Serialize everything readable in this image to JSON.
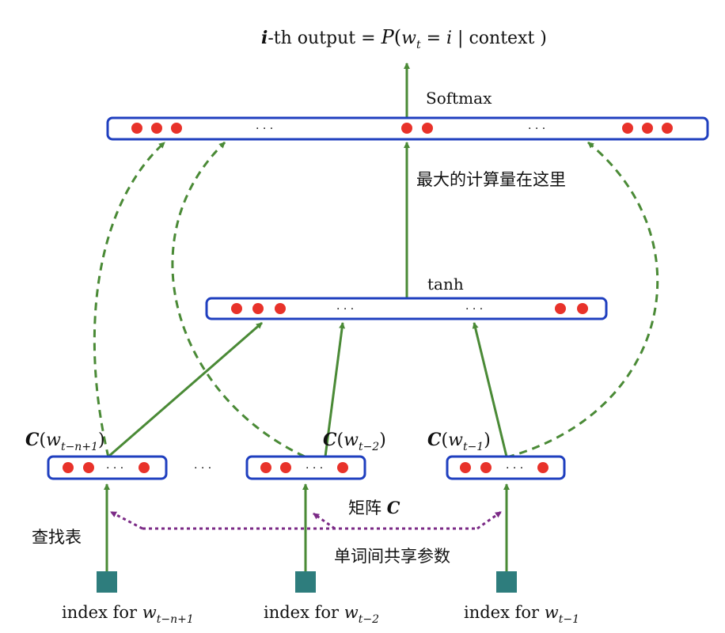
{
  "colors": {
    "box_border": "#1f3fbf",
    "neuron": "#e8322a",
    "arrow": "#4a8a36",
    "dotted_arrow": "#7b2a86",
    "index_square": "#2e7d7d",
    "text": "#111111"
  },
  "output_label": {
    "prefix": "i",
    "middle": "-th output = ",
    "p": "P",
    "open": "(",
    "w": "w",
    "sub_t": "t",
    "eq": "  =  ",
    "i": "i",
    "rest": " | context )"
  },
  "softmax_label": "Softmax",
  "tanh_label": "tanh",
  "compute_note": "最大的计算量在这里",
  "ellipsis": "· · ·",
  "ellipsis_between": "· · ·",
  "embeddings": [
    {
      "C": "C",
      "arg_open": "(",
      "w": "w",
      "sub": "t−n+1",
      "arg_close": ")"
    },
    {
      "C": "C",
      "arg_open": "(",
      "w": "w",
      "sub": "t−2",
      "arg_close": ")"
    },
    {
      "C": "C",
      "arg_open": "(",
      "w": "w",
      "sub": "t−1",
      "arg_close": ")"
    }
  ],
  "matrix_label": {
    "text": "矩阵 ",
    "C": "C"
  },
  "lookup_label": "查找表",
  "shared_label": "单词间共享参数",
  "indexes": [
    {
      "text": "index for ",
      "w": "w",
      "sub": "t−n+1"
    },
    {
      "text": "index for ",
      "w": "w",
      "sub": "t−2"
    },
    {
      "text": "index for ",
      "w": "w",
      "sub": "t−1"
    }
  ]
}
